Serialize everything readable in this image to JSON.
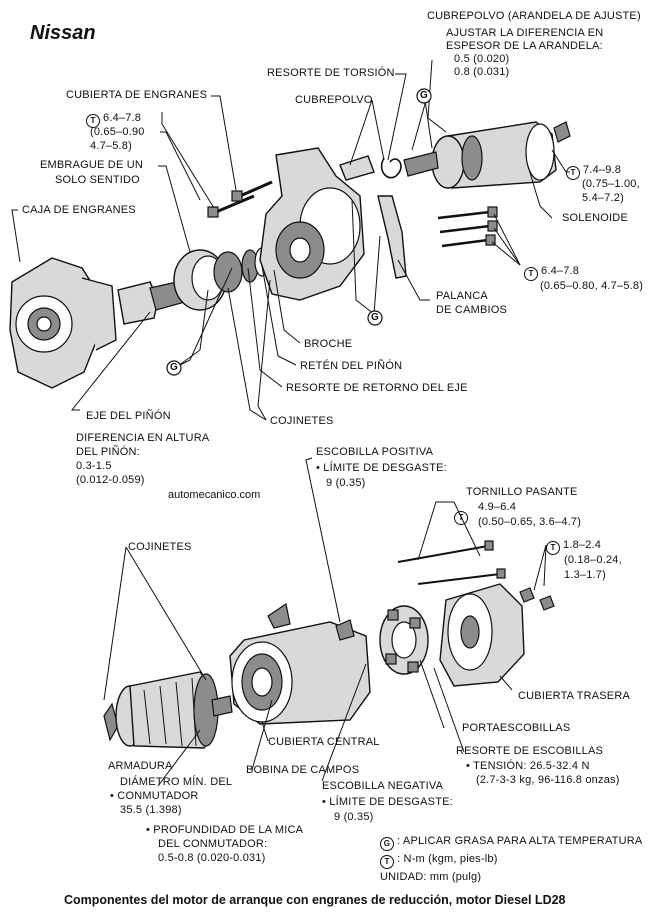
{
  "brand": "Nissan",
  "watermark": "automecanico.com",
  "caption": "Componentes del motor de arranque con engranes de reducción, motor Diesel LD28",
  "symbols": {
    "grease": "G",
    "torque": "T"
  },
  "labels": {
    "cubrepolvo_arandela": "CUBREPOLVO (ARANDELA DE AJUSTE)",
    "ajustar_1": "AJUSTAR LA DIFERENCIA EN",
    "ajustar_2": "ESPESOR DE LA ARANDELA:",
    "ajustar_3": "0.5 (0.020)",
    "ajustar_4": "0.8 (0.031)",
    "resorte_torsion": "RESORTE DE TORSIÓN",
    "cubierta_engranes": "CUBIERTA DE ENGRANES",
    "cubrepolvo": "CUBREPOLVO",
    "torque_a_1": "6.4–7.8",
    "torque_a_2": "(0.65–0.90",
    "torque_a_3": "4.7–5.8)",
    "embrague_1": "EMBRAGUE DE UN",
    "embrague_2": "SOLO SENTIDO",
    "caja_engranes": "CAJA DE ENGRANES",
    "torque_b_1": "7.4–9.8",
    "torque_b_2": "(0.75–1.00,",
    "torque_b_3": "5.4–7.2)",
    "solenoide": "SOLENOIDE",
    "torque_c_1": "6.4–7.8",
    "torque_c_2": "(0.65–0.80, 4.7–5.8)",
    "palanca_1": "PALANCA",
    "palanca_2": "DE CAMBIOS",
    "broche": "BROCHE",
    "reten_pinon": "RETÉN DEL PIÑÓN",
    "resorte_retorno": "RESORTE DE RETORNO DEL EJE",
    "cojinetes_top": "COJINETES",
    "eje_pinon": "EJE DEL PIÑÓN",
    "diferencia_1": "DIFERENCIA EN ALTURA",
    "diferencia_2": "DEL PIÑÓN:",
    "diferencia_3": "0.3-1.5",
    "diferencia_4": "(0.012-0.059)",
    "escobilla_pos": "ESCOBILLA POSITIVA",
    "limite_pos": "• LÍMITE DE DESGASTE:",
    "limite_pos_val": "9 (0.35)",
    "tornillo_pasante": "TORNILLO PASANTE",
    "tornillo_1": "4.9–6.4",
    "tornillo_2": "(0.50–0.65, 3.6–4.7)",
    "torque_d_1": "1.8–2.4",
    "torque_d_2": "(0.18–0.24,",
    "torque_d_3": "1.3–1.7)",
    "cojinetes_bottom": "COJINETES",
    "cubierta_trasera": "CUBIERTA TRASERA",
    "portaescobillas": "PORTAESCOBILLAS",
    "resorte_escobillas": "RESORTE DE ESCOBILLAS",
    "tension": "• TENSIÓN:  26.5-32.4 N",
    "tension_2": "(2.7-3-3 kg, 96-116.8 onzas)",
    "cubierta_central": "CUBIERTA CENTRAL",
    "armadura": "ARMADURA",
    "diametro_1": "DIÁMETRO MÍN. DEL",
    "diametro_2": "• CONMUTADOR",
    "diametro_3": "35.5 (1.398)",
    "bobina": "BOBINA DE CAMPOS",
    "escobilla_neg": "ESCOBILLA NEGATIVA",
    "limite_neg": "• LÍMITE DE DESGASTE:",
    "limite_neg_val": "9 (0.35)",
    "profundidad_1": "• PROFUNDIDAD DE LA MICA",
    "profundidad_2": "DEL CONMUTADOR:",
    "profundidad_3": "0.5-0.8  (0.020-0.031)"
  },
  "legend": {
    "grease_text": ":  APLICAR GRASA PARA ALTA TEMPERATURA",
    "torque_text": ":  N-m (kgm, pies-lb)",
    "unit_text": "UNIDAD: mm (pulg)"
  }
}
